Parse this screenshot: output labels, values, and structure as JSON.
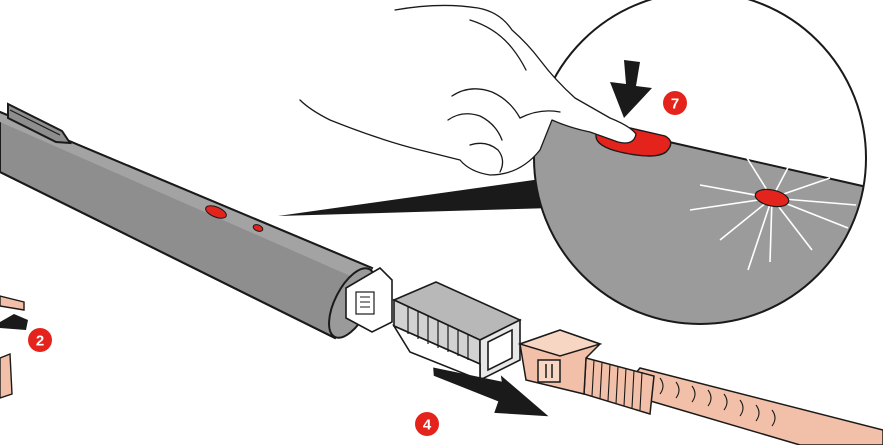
{
  "diagram": {
    "steps": [
      {
        "label": "7"
      },
      {
        "label": "2"
      },
      {
        "label": "4"
      }
    ],
    "colors": {
      "housing": "#8e8e8e",
      "outline": "#1a1a1a",
      "accent_red": "#e4241c",
      "connector_pink": "#f2c0a8",
      "background": "#ffffff"
    },
    "icons": [
      "hand-press-icon",
      "arrow-down-icon",
      "arrow-right-icon",
      "fiber-connector-icon"
    ]
  }
}
